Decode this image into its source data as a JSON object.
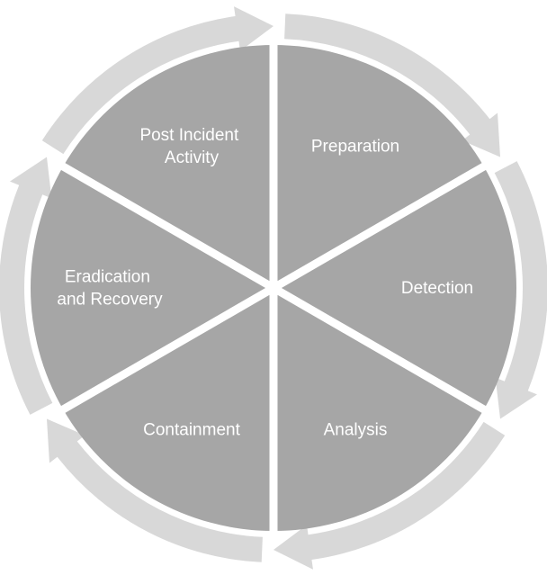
{
  "diagram": {
    "stages": [
      {
        "id": "preparation",
        "lines": [
          "Preparation"
        ]
      },
      {
        "id": "detection",
        "lines": [
          "Detection"
        ]
      },
      {
        "id": "analysis",
        "lines": [
          "Analysis"
        ]
      },
      {
        "id": "containment",
        "lines": [
          "Containment"
        ]
      },
      {
        "id": "eradication-and-recovery",
        "lines": [
          "Eradication",
          "and Recovery"
        ]
      },
      {
        "id": "post-incident-activity",
        "lines": [
          "Post Incident",
          "Activity"
        ]
      }
    ],
    "colors": {
      "segment": "#a6a6a6",
      "arrow": "#d8d8d8",
      "label": "#ffffff",
      "background": "#ffffff"
    }
  }
}
